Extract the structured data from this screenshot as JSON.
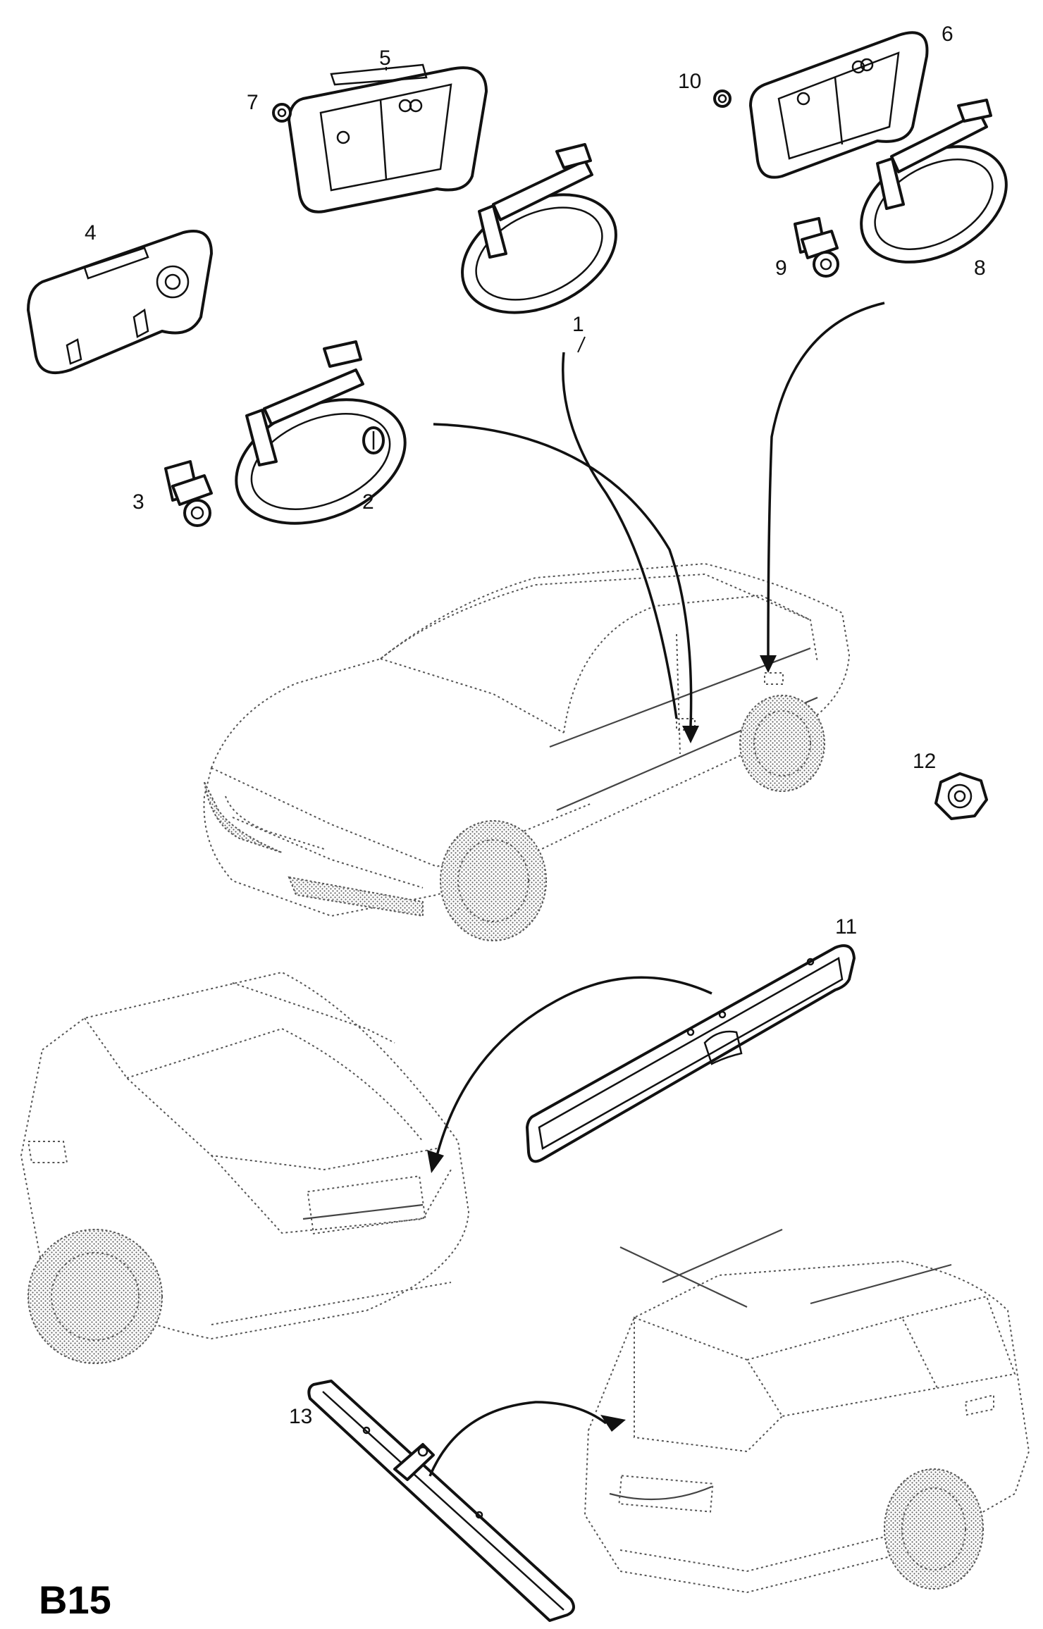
{
  "page_code": "B15",
  "callouts": {
    "c1": "1",
    "c2": "2",
    "c3": "3",
    "c4": "4",
    "c5": "5",
    "c6": "6",
    "c7": "7",
    "c8": "8",
    "c9": "9",
    "c10": "10",
    "c11": "11",
    "c12": "12",
    "c13": "13"
  },
  "icons": {
    "door-handle": "door-handle-icon",
    "handle-bracket": "bracket-icon",
    "clip": "clip-icon",
    "nut": "nut-icon",
    "trim-moulding": "trim-moulding-icon",
    "sedan-car": "sedan-car-icon",
    "hatchback-car": "hatchback-car-icon",
    "estate-car": "estate-car-icon"
  }
}
